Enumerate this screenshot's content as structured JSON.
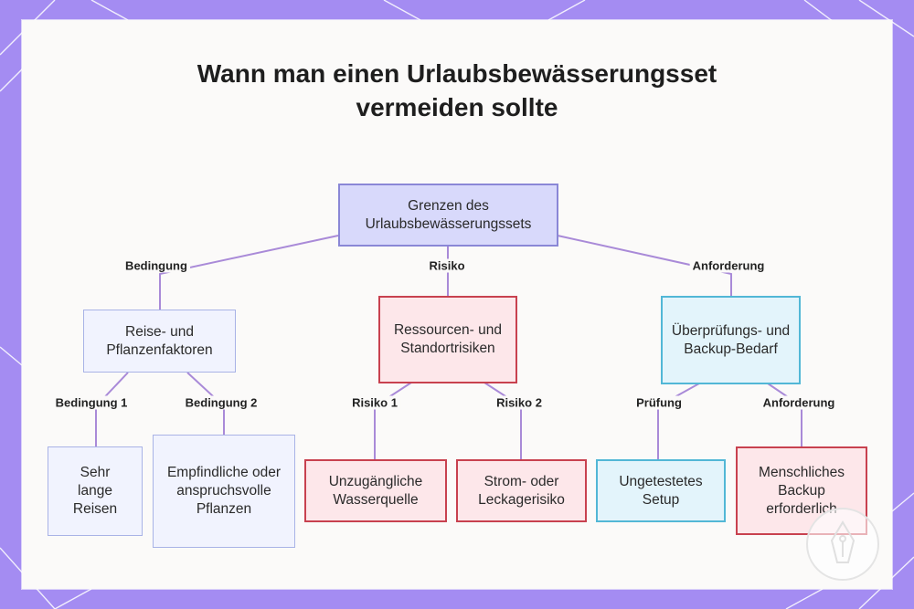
{
  "title": "Wann man einen Urlaubsbewässerungsset vermeiden sollte",
  "colors": {
    "frame": "#a48cf2",
    "card": "#fbfaf9",
    "connector": "#a98ad8",
    "root_fill": "#d8d9fb",
    "red_border": "#c8414f",
    "cyan_border": "#52b7d6"
  },
  "nodes": {
    "root": "Grenzen des Urlaubsbewässerungssets",
    "factors": "Reise- und Pflanzenfaktoren",
    "risks": "Ressourcen- und Standortrisiken",
    "backup": "Überprüfungs- und Backup-Bedarf",
    "long_trips": "Sehr lange Reisen",
    "sensitive_plants": "Empfindliche oder anspruchsvolle Pflanzen",
    "water_source": "Unzugängliche Wasserquelle",
    "power_leak": "Strom- oder Leckagerisiko",
    "untested": "Ungetestetes Setup",
    "human_backup": "Menschliches Backup erforderlich"
  },
  "edge_labels": {
    "condition": "Bedingung",
    "risk": "Risiko",
    "requirement": "Anforderung",
    "condition_1": "Bedingung 1",
    "condition_2": "Bedingung 2",
    "risk_1": "Risiko 1",
    "risk_2": "Risiko 2",
    "check": "Prüfung",
    "requirement_2": "Anforderung"
  }
}
